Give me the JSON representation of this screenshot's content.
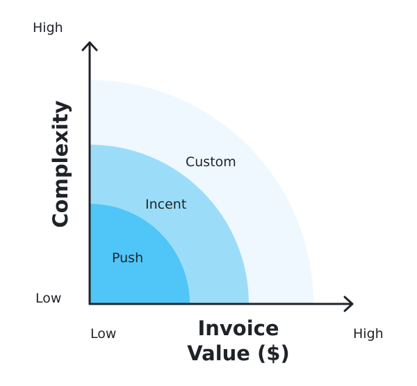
{
  "y_axis": {
    "title": "Complexity",
    "low": "Low",
    "high": "High"
  },
  "x_axis": {
    "title_line1": "Invoice",
    "title_line2": "Value ($)",
    "low": "Low",
    "high": "High"
  },
  "zones": [
    {
      "label": "Push",
      "color": "#4fc6f7"
    },
    {
      "label": "Incent",
      "color": "#9bddf9"
    },
    {
      "label": "Custom",
      "color": "#eff7ff"
    }
  ],
  "axis_color": "#1f2328"
}
